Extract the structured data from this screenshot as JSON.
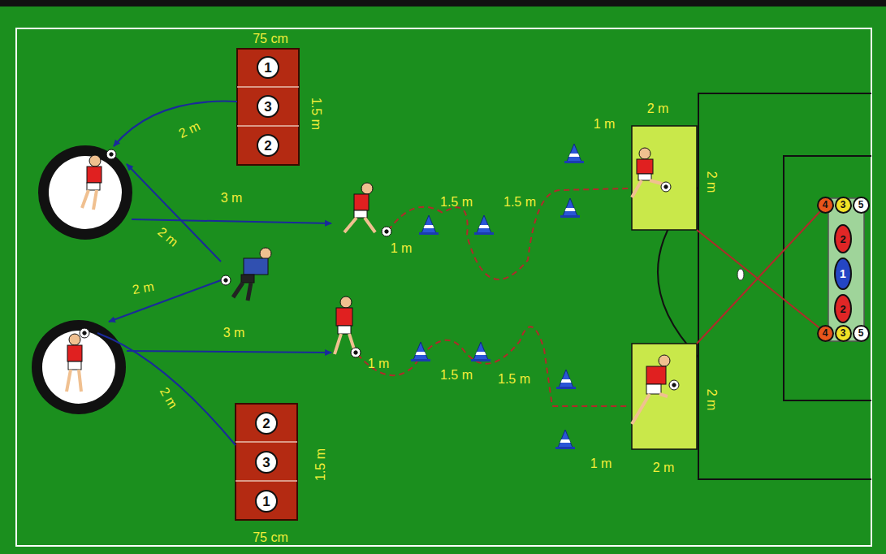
{
  "diagram": {
    "nodes": [
      {
        "text": [
          "1"
        ]
      },
      {
        "text": [
          "3"
        ]
      },
      {
        "text": [
          "2"
        ]
      },
      {
        "text": [
          "4"
        ]
      },
      {
        "text": [
          "3"
        ]
      },
      {
        "text": [
          "5"
        ]
      },
      {
        "text": [
          "2"
        ]
      },
      {
        "text": [
          "1"
        ]
      },
      {
        "text": [
          "2"
        ]
      },
      {
        "text": [
          "4"
        ]
      },
      {
        "text": [
          "3"
        ]
      },
      {
        "text": [
          "5"
        ]
      },
      {
        "text": [
          "2"
        ]
      },
      {
        "text": [
          "3"
        ]
      },
      {
        "text": [
          "1"
        ]
      }
    ],
    "labels": [
      "75 cm",
      "2 m",
      "1.5 m",
      "1 m",
      "2 m",
      "2 m",
      "3 m",
      "1.5 m",
      "1.5 m",
      "2 m",
      "1 m",
      "2 m",
      "3 m",
      "1 m",
      "1.5 m",
      "1.5 m",
      "2 m",
      "2 m",
      "1.5 m",
      "1 m",
      "2 m",
      "75 cm"
    ]
  }
}
